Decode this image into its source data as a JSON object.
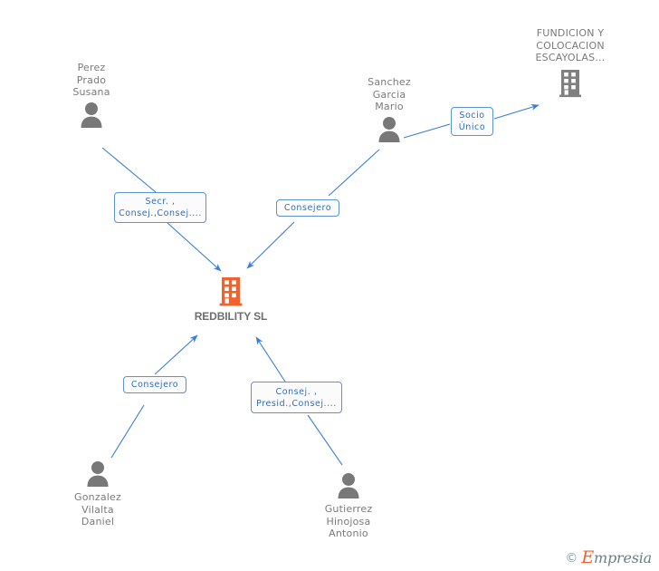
{
  "diagram": {
    "title": "REDBILITY SL corporate relations chart",
    "accent_color": "#f2622a",
    "edge_color": "#3b7fd4",
    "person_color": "#787878",
    "company_gray": "#808080",
    "label_border_color": "#5b93d3",
    "label_text_color": "#2f6fc0"
  },
  "nodes": {
    "company_center": {
      "name": "REDBILITY SL",
      "icon": "building-icon",
      "icon_color": "#f2622a"
    },
    "company_right": {
      "name": "FUNDICION Y\nCOLOCACION\nESCAYOLAS…",
      "icon": "building-icon",
      "icon_color": "#808080"
    },
    "person_perez": {
      "name": "Perez\nPrado\nSusana",
      "icon": "person-icon"
    },
    "person_sanchez": {
      "name": "Sanchez\nGarcia\nMario",
      "icon": "person-icon"
    },
    "person_gonzalez": {
      "name": "Gonzalez\nVilalta\nDaniel",
      "icon": "person-icon"
    },
    "person_gutierrez": {
      "name": "Gutierrez\nHinojosa\nAntonio",
      "icon": "person-icon"
    }
  },
  "relations": {
    "perez_to_company": "Secr. ,\nConsej.,Consej....",
    "sanchez_to_company": "Consejero",
    "sanchez_to_company_right": "Socio\nÚnico",
    "gonzalez_to_company": "Consejero",
    "gutierrez_to_company": "Consej. ,\nPresid.,Consej...."
  },
  "watermark": {
    "copyright": "©",
    "brand_capital": "E",
    "brand_rest": "mpresia"
  }
}
